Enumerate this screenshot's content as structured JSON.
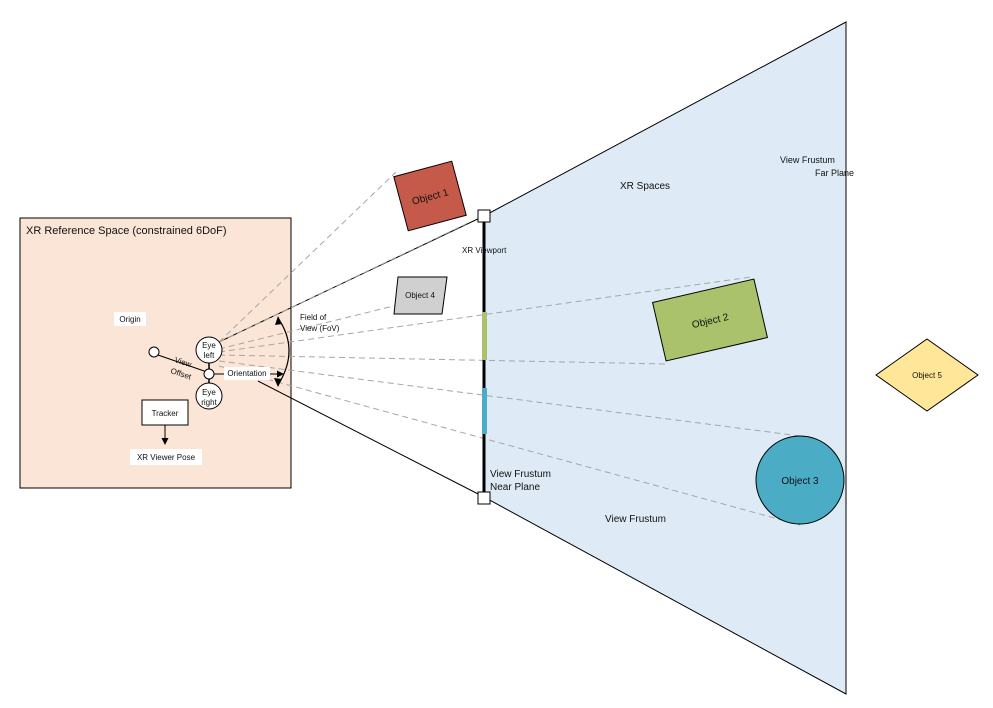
{
  "reference_space": {
    "title": "XR Reference Space (constrained 6DoF)"
  },
  "labels": {
    "origin": "Origin",
    "view_offset_1": "View",
    "view_offset_2": "Offset",
    "eye_left_1": "Eye",
    "eye_left_2": "left",
    "eye_right_1": "Eye",
    "eye_right_2": "right",
    "orientation": "Orientation",
    "tracker": "Tracker",
    "viewer_pose": "XR Viewer Pose",
    "fov_1": "Field of",
    "fov_2": "View (FoV)",
    "viewport": "XR Viewport",
    "near_plane_1": "View Frustum",
    "near_plane_2": "Near Plane",
    "far_plane_1": "View Frustum",
    "far_plane_2": "Far Plane",
    "xr_spaces": "XR Spaces",
    "view_frustum": "View Frustum"
  },
  "objects": {
    "object1": "Object 1",
    "object2": "Object 2",
    "object3": "Object 3",
    "object4": "Object 4",
    "object5": "Object 5"
  },
  "colors": {
    "reference_space_fill": "#fbe5d6",
    "frustum_fill": "#deebf7",
    "object1": "#c55a4a",
    "object2": "#a9c26b",
    "object3": "#4bacc6",
    "object4": "#d0d0d0",
    "object5": "#ffe699",
    "viewport_green": "#a9c26b",
    "viewport_blue": "#4bacc6"
  }
}
